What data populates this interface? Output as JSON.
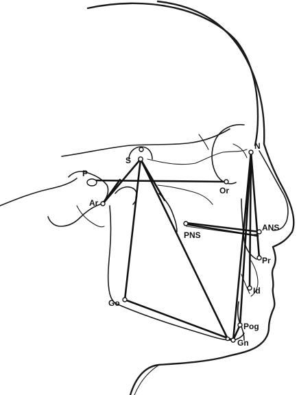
{
  "landmarks": [
    {
      "id": "S",
      "label": "S"
    },
    {
      "id": "N",
      "label": "N"
    },
    {
      "id": "P",
      "label": "P"
    },
    {
      "id": "Or",
      "label": "Or"
    },
    {
      "id": "Ar",
      "label": "Ar"
    },
    {
      "id": "PNS",
      "label": "PNS"
    },
    {
      "id": "ANS",
      "label": "ANS"
    },
    {
      "id": "Pr",
      "label": "Pr"
    },
    {
      "id": "Id",
      "label": "Id"
    },
    {
      "id": "Go",
      "label": "Go"
    },
    {
      "id": "Pog",
      "label": "Pog"
    },
    {
      "id": "Gn",
      "label": "Gn"
    }
  ],
  "colors": {
    "ink": "#111111",
    "background": "#ffffff"
  }
}
